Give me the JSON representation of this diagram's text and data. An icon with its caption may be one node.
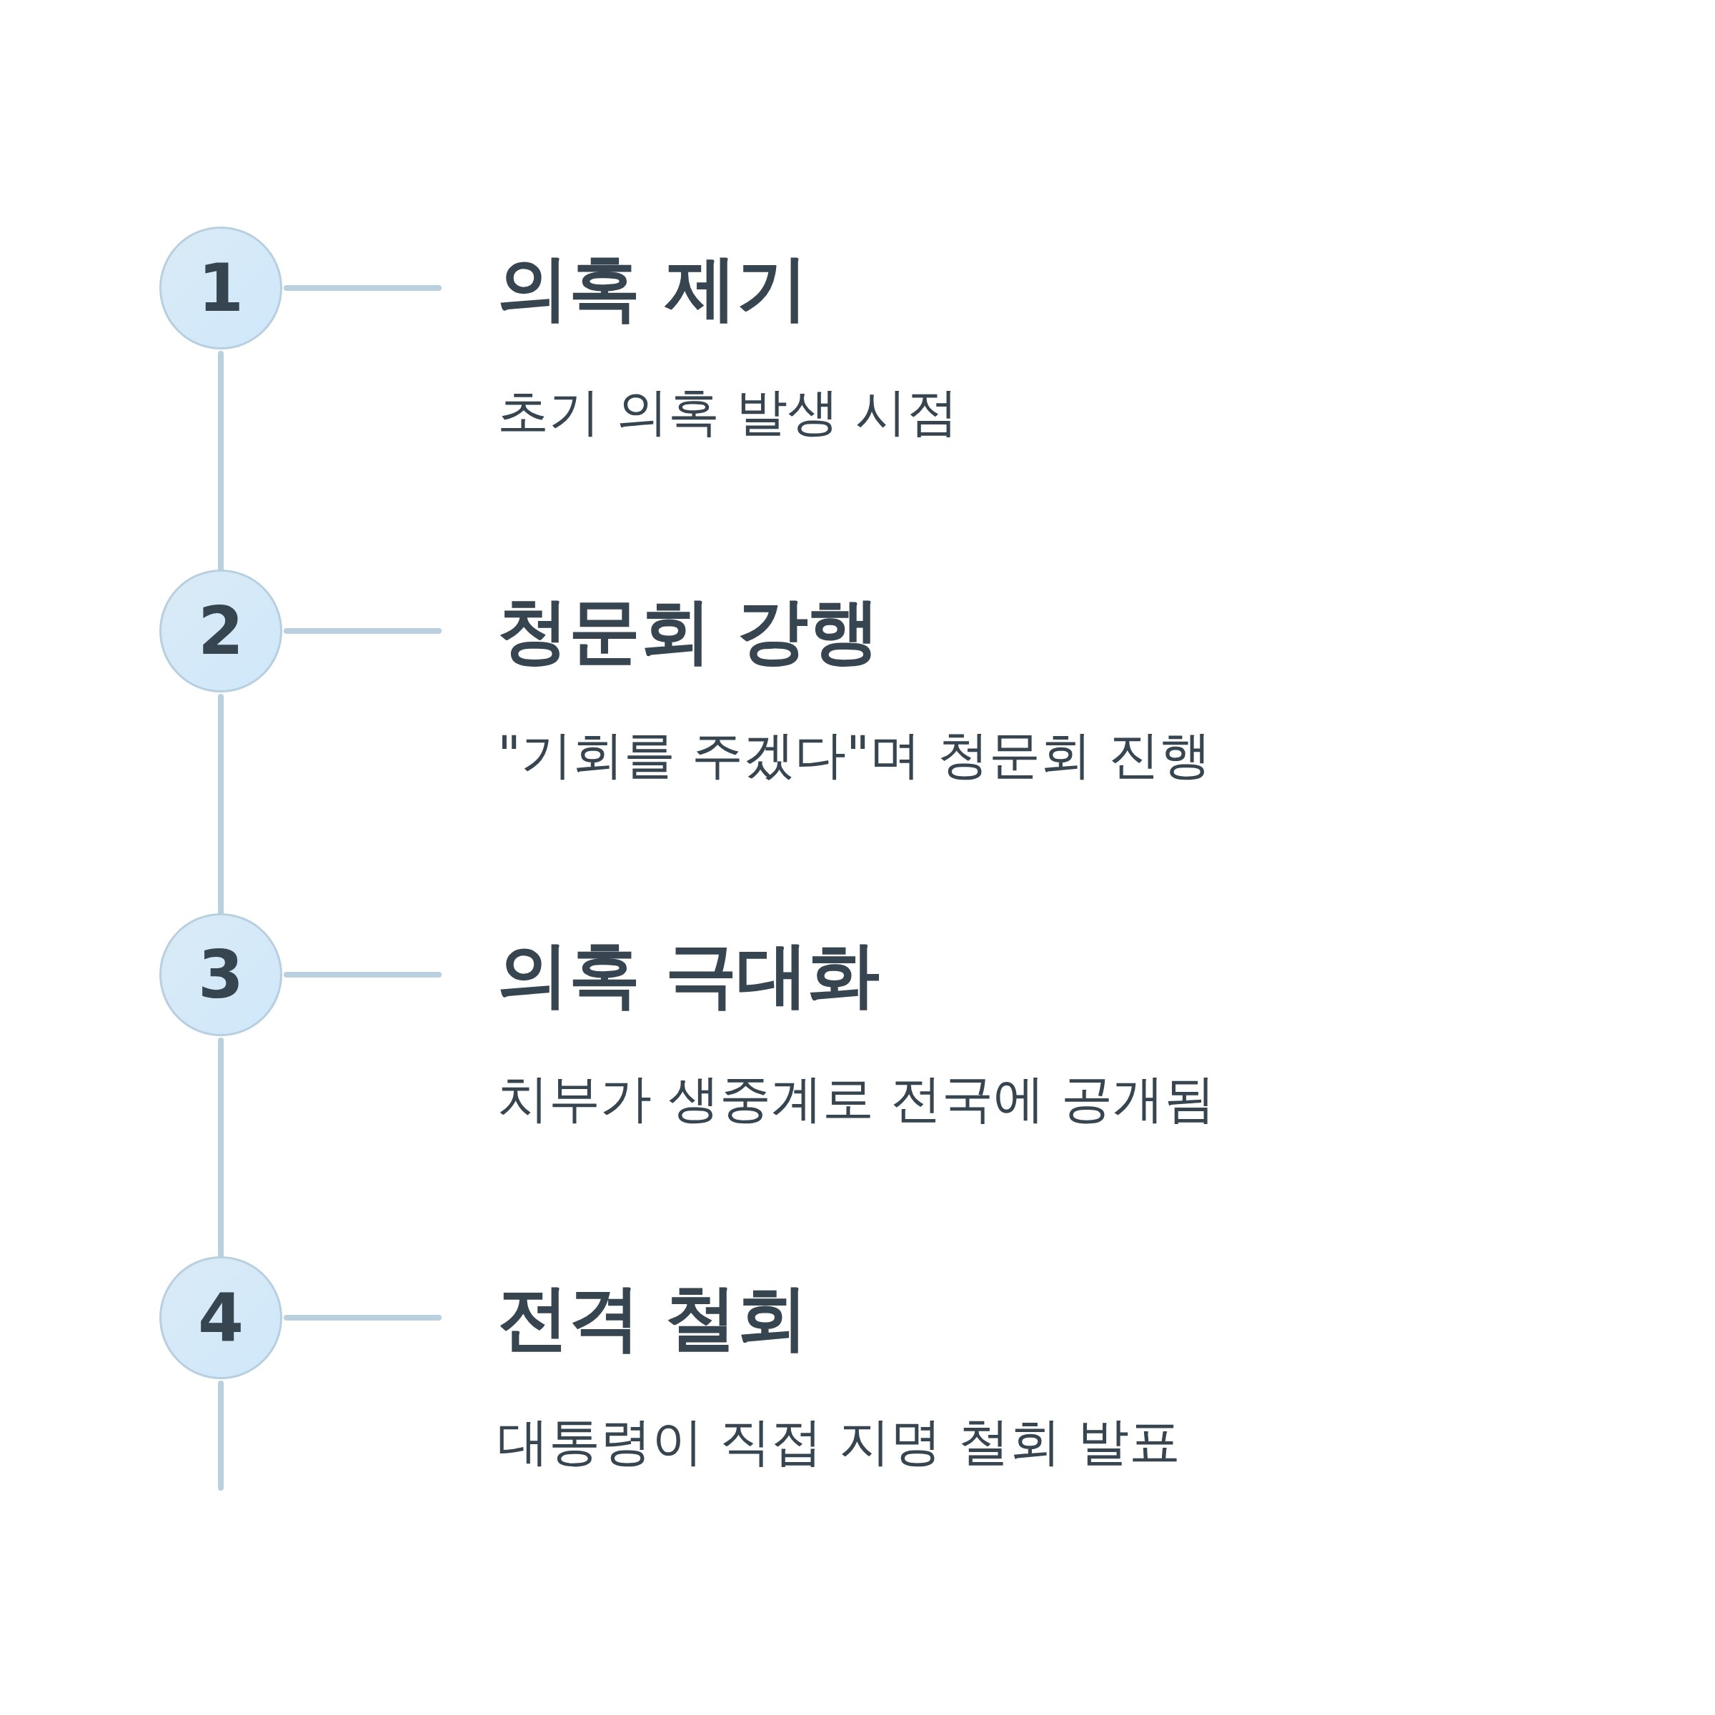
{
  "diagram": {
    "nodes": [
      {
        "text": [
          "1"
        ],
        "beside": [
          "의혹 제기",
          "초기 의혹 발생 시점"
        ]
      },
      {
        "text": [
          "2"
        ],
        "beside": [
          "청문회 강행",
          "\"기회를 주겠다\"며 청문회 진행"
        ]
      },
      {
        "text": [
          "3"
        ],
        "beside": [
          "의혹 극대화",
          "치부가 생중계로 전국에 공개됨"
        ]
      },
      {
        "text": [
          "4"
        ],
        "beside": [
          "전격 철회",
          "대통령이 직접 지명 철회 발표"
        ]
      }
    ],
    "edges": [
      {
        "from": 0,
        "to": null,
        "arrow": "none"
      },
      {
        "from": 0,
        "to": 1,
        "arrow": "none"
      },
      {
        "from": 1,
        "to": null,
        "arrow": "none"
      },
      {
        "from": 1,
        "to": 2,
        "arrow": "none"
      },
      {
        "from": 2,
        "to": null,
        "arrow": "none"
      },
      {
        "from": 2,
        "to": 3,
        "arrow": "none"
      },
      {
        "from": 3,
        "to": null,
        "arrow": "none"
      },
      {
        "from": 3,
        "to": null,
        "arrow": "none"
      }
    ]
  }
}
